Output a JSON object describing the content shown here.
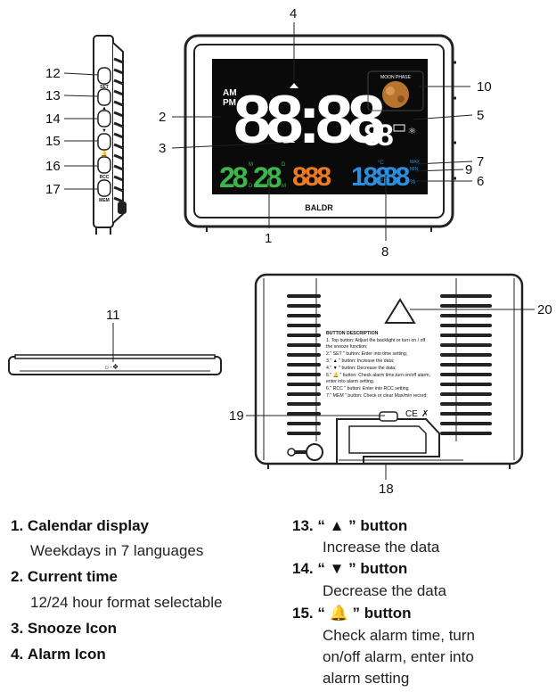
{
  "callouts": {
    "n1": "1",
    "n2": "2",
    "n3": "3",
    "n4": "4",
    "n5": "5",
    "n6": "6",
    "n7": "7",
    "n8": "8",
    "n9": "9",
    "n10": "10",
    "n11": "11",
    "n12": "12",
    "n13": "13",
    "n14": "14",
    "n15": "15",
    "n16": "16",
    "n17": "17",
    "n18": "18",
    "n19": "19",
    "n20": "20"
  },
  "side_buttons": {
    "set": "SET",
    "up": "▲",
    "down": "▼",
    "alarm": "🔔",
    "rcc": "RCC",
    "mem": "MEM"
  },
  "front_display": {
    "ampm_am": "AM",
    "ampm_pm": "PM",
    "time_digits": "88:88",
    "seconds_digits": "88",
    "snooze": "Zz",
    "moon_phase_label": "MOON PHASE",
    "date_digits_1": "28",
    "date_digits_2": "28",
    "date_sup_m1": "M",
    "date_sup_d": "D",
    "date_sup_d2": "D",
    "date_sup_m2": "M",
    "weekday_digits": "888",
    "temp_digits": "188",
    "temp_unit_c": "°C",
    "temp_unit_f": "°F",
    "hum_digits": "88",
    "hum_unit": "%",
    "max_label": "MAX",
    "min_label": "MIN",
    "brand": "BALDR"
  },
  "back_label": {
    "title": "BUTTON DESCRIPTION",
    "lines": [
      "1. Top button: Adjust the backlight or turn on / off",
      "   the snooze function;",
      "2.\" SET \" button: Enter into time setting;",
      "3.\" ▲ \" button: Increase the data;",
      "4.\" ▼ \" button: Decrease the data;",
      "5.\" 🔔 \" button: Check alarm time,turn on/off alarm,",
      "   enter into alarm setting.",
      "6.\" RCC \" button:  Enter into RCC setting",
      "7.\" MEM \" button: Check or clear Max/min record;"
    ],
    "ce_mark": "CE"
  },
  "list_left": [
    {
      "num": "1.",
      "title": "Calendar display",
      "desc": "Weekdays in 7 languages"
    },
    {
      "num": "2.",
      "title": "Current time",
      "desc": "12/24 hour format selectable"
    },
    {
      "num": "3.",
      "title": "Snooze Icon",
      "desc": ""
    },
    {
      "num": "4.",
      "title": "Alarm Icon",
      "desc": ""
    }
  ],
  "list_right": [
    {
      "num": "13.",
      "title": "“ ▲ ” button",
      "desc": [
        "Increase the data"
      ]
    },
    {
      "num": "14.",
      "title": "“ ▼ ” button",
      "desc": [
        "Decrease the data"
      ]
    },
    {
      "num": "15.",
      "title": "“ 🔔 ” button",
      "desc": [
        "Check alarm time, turn",
        "on/off alarm, enter into",
        "alarm setting"
      ]
    }
  ],
  "colors": {
    "screen": "#0a0a0a",
    "green": "#3cb54a",
    "orange": "#f07a22",
    "blue": "#2a8fe0",
    "white": "#ffffff"
  }
}
